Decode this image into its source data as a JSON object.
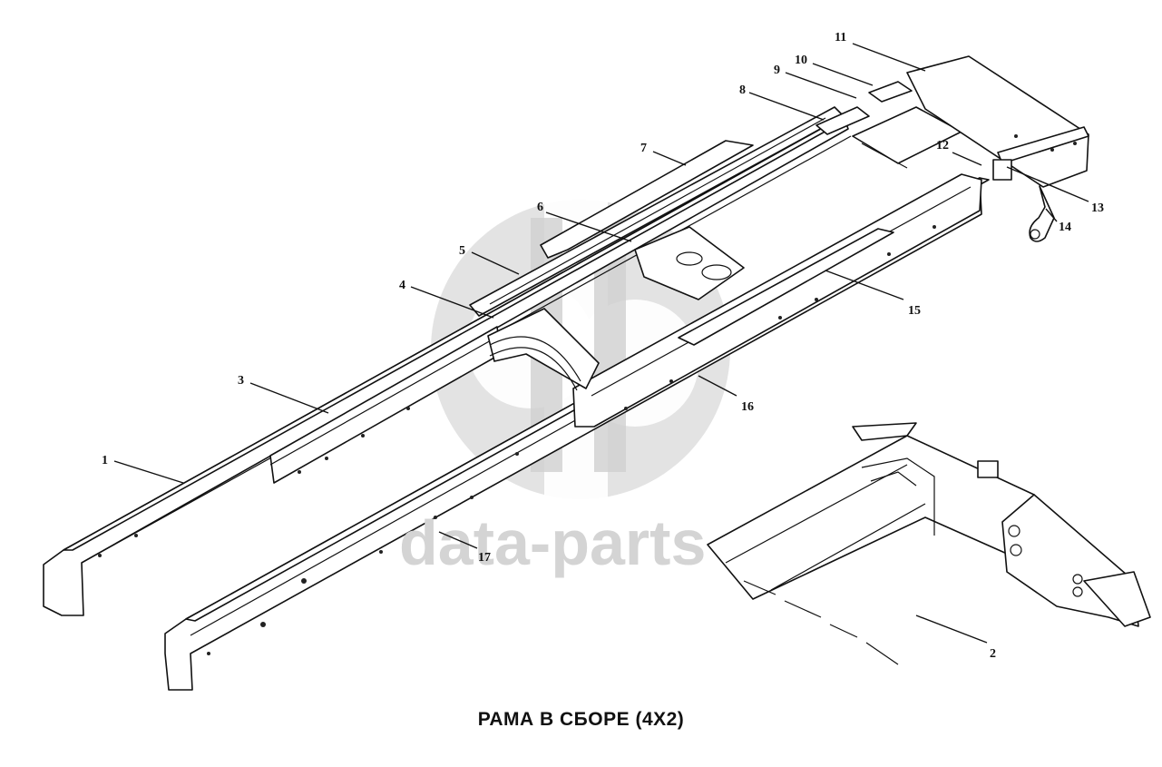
{
  "title": "РАМА В СБОРЕ (4Х2)",
  "watermark": {
    "text": "data-parts",
    "color": "#d4d4d4"
  },
  "callouts": [
    {
      "id": "c1",
      "label": "1"
    },
    {
      "id": "c2",
      "label": "2"
    },
    {
      "id": "c3",
      "label": "3"
    },
    {
      "id": "c4",
      "label": "4"
    },
    {
      "id": "c5",
      "label": "5"
    },
    {
      "id": "c6",
      "label": "6"
    },
    {
      "id": "c7",
      "label": "7"
    },
    {
      "id": "c8",
      "label": "8"
    },
    {
      "id": "c9",
      "label": "9"
    },
    {
      "id": "c10",
      "label": "10"
    },
    {
      "id": "c11",
      "label": "11"
    },
    {
      "id": "c12",
      "label": "12"
    },
    {
      "id": "c13",
      "label": "13"
    },
    {
      "id": "c14",
      "label": "14"
    },
    {
      "id": "c15",
      "label": "15"
    },
    {
      "id": "c16",
      "label": "16"
    },
    {
      "id": "c17",
      "label": "17"
    }
  ]
}
